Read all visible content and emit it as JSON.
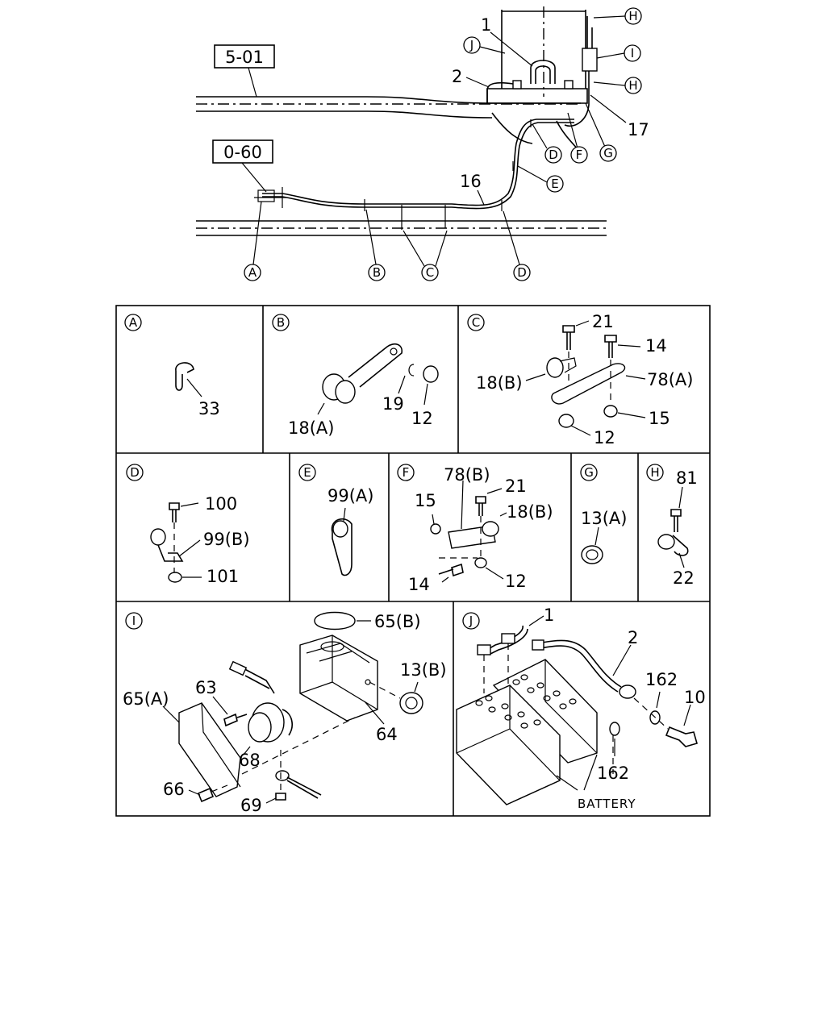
{
  "refs": {
    "r1": "5-01",
    "r2": "0-60"
  },
  "callouts": {
    "A": "A",
    "B": "B",
    "C": "C",
    "D": "D",
    "E": "E",
    "F": "F",
    "G": "G",
    "H": "H",
    "I": "I",
    "J": "J"
  },
  "main_parts": {
    "p1": "1",
    "p2": "2",
    "p16": "16",
    "p17": "17"
  },
  "panelA": {
    "p33": "33"
  },
  "panelB": {
    "p18": "18(A)",
    "p19": "19",
    "p12": "12"
  },
  "panelC": {
    "p21": "21",
    "p14": "14",
    "p18": "18(B)",
    "p78": "78(A)",
    "p15": "15",
    "p12": "12"
  },
  "panelD": {
    "p100": "100",
    "p99": "99(B)",
    "p101": "101"
  },
  "panelE": {
    "p99": "99(A)"
  },
  "panelF": {
    "p78": "78(B)",
    "p21": "21",
    "p15": "15",
    "p18": "18(B)",
    "p14": "14",
    "p12": "12"
  },
  "panelG": {
    "p13": "13(A)"
  },
  "panelH": {
    "p81": "81",
    "p22": "22"
  },
  "panelI": {
    "p65b": "65(B)",
    "p13b": "13(B)",
    "p63": "63",
    "p65a": "65(A)",
    "p64": "64",
    "p68": "68",
    "p66": "66",
    "p69": "69"
  },
  "panelJ": {
    "p1": "1",
    "p2": "2",
    "p162a": "162",
    "p10": "10",
    "p162b": "162",
    "battery": "BATTERY"
  }
}
